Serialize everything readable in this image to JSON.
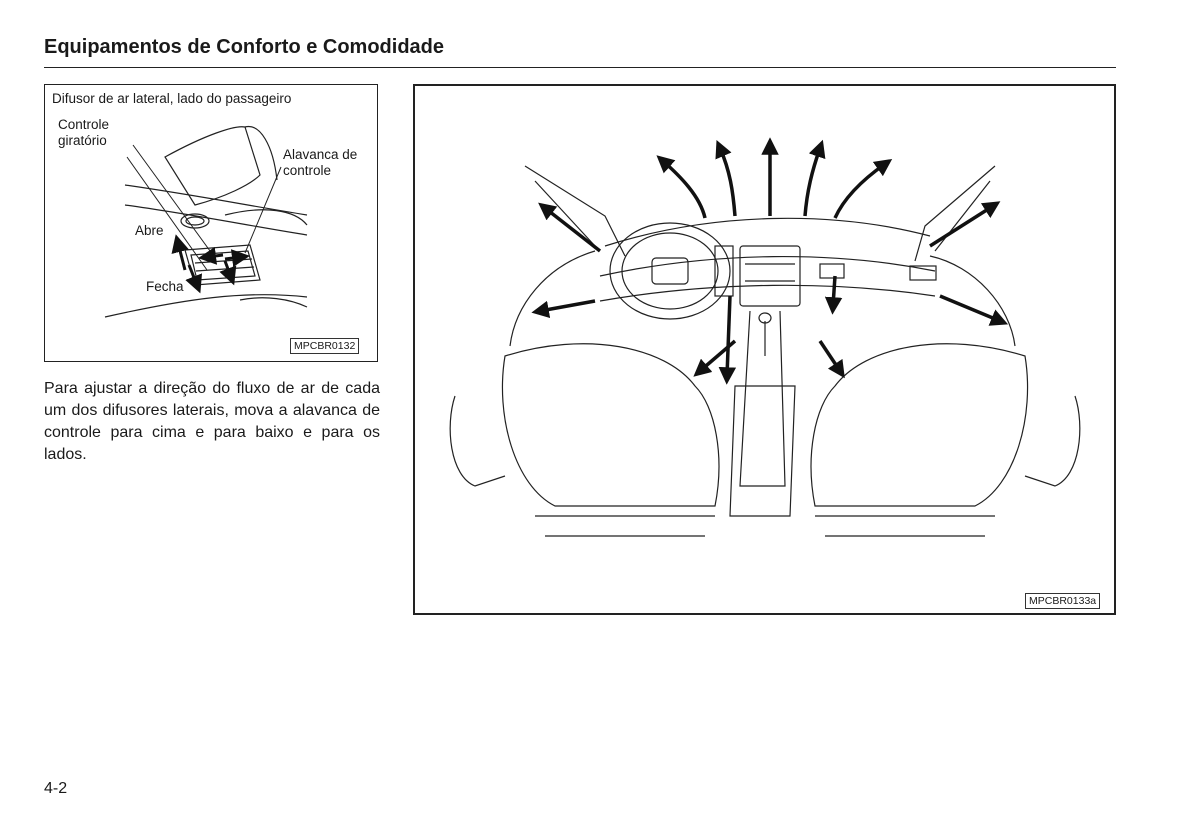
{
  "header": {
    "title": "Equipamentos de Conforto e Comodidade"
  },
  "figure1": {
    "caption": "Difusor de ar lateral, lado do passageiro",
    "labels": {
      "rotary_control": "Controle\ngiratório",
      "control_lever": "Alavanca de\ncontrole",
      "open": "Abre",
      "close": "Fecha"
    },
    "code": "MPCBR0132"
  },
  "figure2": {
    "code": "MPCBR0133a"
  },
  "body_text": "Para ajustar a direção do fluxo de ar de cada um dos difusores laterais, mova a alavanca de controle para cima e para baixo e para os lados.",
  "page_number": "4-2"
}
